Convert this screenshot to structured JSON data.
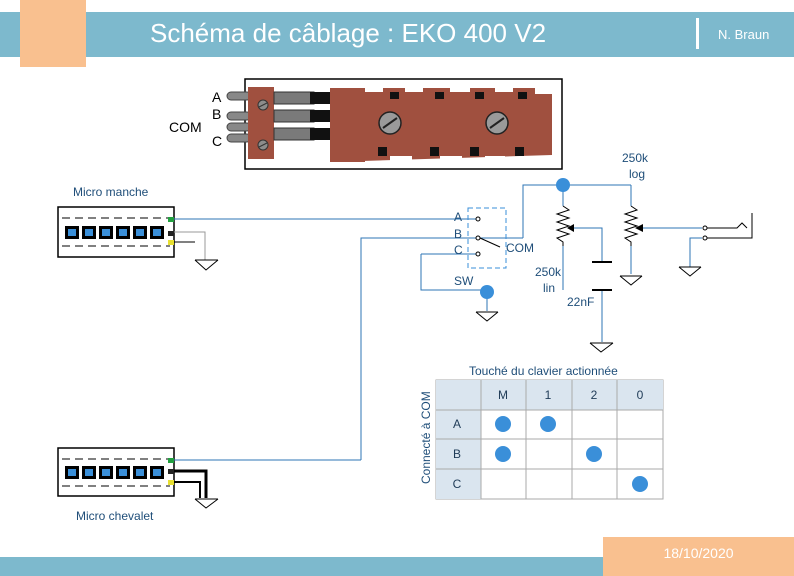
{
  "header": {
    "title": "Schéma de câblage : EKO 400 V2",
    "author": "N. Braun"
  },
  "footer": {
    "date": "18/10/2020"
  },
  "switch_part": {
    "pin_labels": [
      "A",
      "B",
      "COM",
      "C"
    ]
  },
  "pickups": {
    "neck_label": "Micro manche",
    "bridge_label": "Micro chevalet"
  },
  "circuit": {
    "sw_terminals": [
      "A",
      "B",
      "C"
    ],
    "com_label": "COM",
    "sw_label": "SW",
    "volume_pot_value": "250k",
    "volume_pot_taper": "log",
    "tone_pot_value": "250k",
    "tone_pot_taper": "lin",
    "capacitor_value": "22nF"
  },
  "table": {
    "title": "Touché du clavier actionnée",
    "row_axis_label": "Connecté à COM",
    "columns": [
      "M",
      "1",
      "2",
      "0"
    ],
    "rows": [
      {
        "label": "A",
        "cells": [
          true,
          true,
          false,
          false
        ]
      },
      {
        "label": "B",
        "cells": [
          true,
          false,
          true,
          false
        ]
      },
      {
        "label": "C",
        "cells": [
          false,
          false,
          false,
          true
        ]
      }
    ]
  },
  "colors": {
    "header_bg": "#7db9cd",
    "accent_orange": "#f9c08f",
    "wire_blue": "#2e75b6",
    "dot_blue": "#3a8fd9",
    "switch_brown": "#a0503f"
  }
}
